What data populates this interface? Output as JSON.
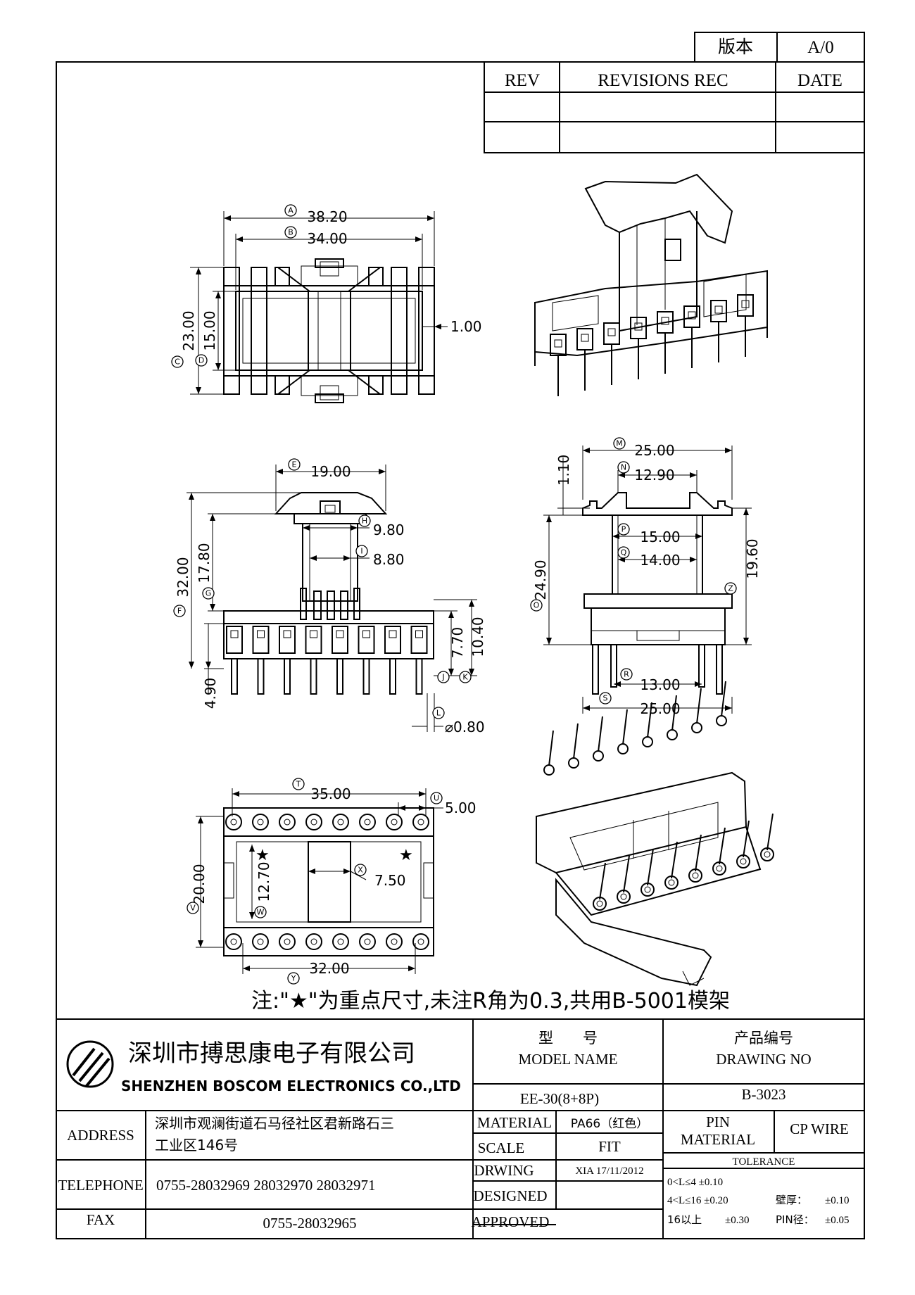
{
  "revision_box": {
    "version_label": "版本",
    "version_value": "A/0"
  },
  "revisions": {
    "rev": "REV",
    "rec": "REVISIONS REC",
    "date": "DATE"
  },
  "dims": {
    "A": "38.20",
    "B": "34.00",
    "C": "23.00",
    "D": "15.00",
    "side": "1.00",
    "E": "19.00",
    "H": "9.80",
    "I": "8.80",
    "G": "17.80",
    "F": "32.00",
    "J": "7.70",
    "K": "10.40",
    "pin_left": "4.90",
    "L": "⌀0.80",
    "M": "25.00",
    "N": "12.90",
    "top": "1.10",
    "P": "15.00",
    "Q": "14.00",
    "O": "24.90",
    "Z": "19.60",
    "R": "13.00",
    "S": "25.00",
    "T": "35.00",
    "U": "5.00",
    "X": "7.50",
    "V": "20.00",
    "W": "12.70",
    "Y": "32.00"
  },
  "callouts": {
    "A": "A",
    "B": "B",
    "C": "C",
    "D": "D",
    "E": "E",
    "F": "F",
    "G": "G",
    "H": "H",
    "I": "I",
    "J": "J",
    "K": "K",
    "L": "L",
    "M": "M",
    "N": "N",
    "O": "O",
    "P": "P",
    "Q": "Q",
    "R": "R",
    "S": "S",
    "T": "T",
    "U": "U",
    "V": "V",
    "W": "W",
    "X": "X",
    "Y": "Y",
    "Z": "Z"
  },
  "note": "注:\"★\"为重点尺寸,未注R角为0.3,共用B-5001模架",
  "company": {
    "name_cn": "深圳市搏思康电子有限公司",
    "name_en": "SHENZHEN BOSCOM ELECTRONICS CO.,LTD"
  },
  "model": {
    "label_cn": "型　　号",
    "label_en": "MODEL NAME",
    "value": "EE-30(8+8P)"
  },
  "drawing": {
    "label_cn": "产品编号",
    "label_en": "DRAWING NO",
    "value": "B-3023"
  },
  "address": {
    "label": "ADDRESS",
    "line1": "深圳市观澜街道石马径社区君新路石三",
    "line2": "工业区146号"
  },
  "telephone": {
    "label": "TELEPHONE",
    "value": "0755-28032969 28032970 28032971"
  },
  "fax": {
    "label": "FAX",
    "value": "0755-28032965"
  },
  "material": {
    "label": "MATERIAL",
    "value": "PA66（红色）"
  },
  "scale": {
    "label": "SCALE",
    "value": "FIT"
  },
  "drwing": {
    "label": "DRWING",
    "value": "XIA 17/11/2012"
  },
  "designed": {
    "label": "DESIGNED"
  },
  "approved": {
    "label": "APPROVED"
  },
  "pin_material": {
    "label_1": "PIN",
    "label_2": "MATERIAL",
    "value": "CP WIRE"
  },
  "tolerance": {
    "header": "TOLERANCE",
    "row1": "0<L≤4  ±0.10",
    "row2": "4<L≤16  ±0.20",
    "row3_a": "16以上",
    "row3_b": "±0.30",
    "wall_label": "壁厚：",
    "wall_value": "±0.10",
    "pin_label": "PIN径：",
    "pin_value": "±0.05"
  }
}
